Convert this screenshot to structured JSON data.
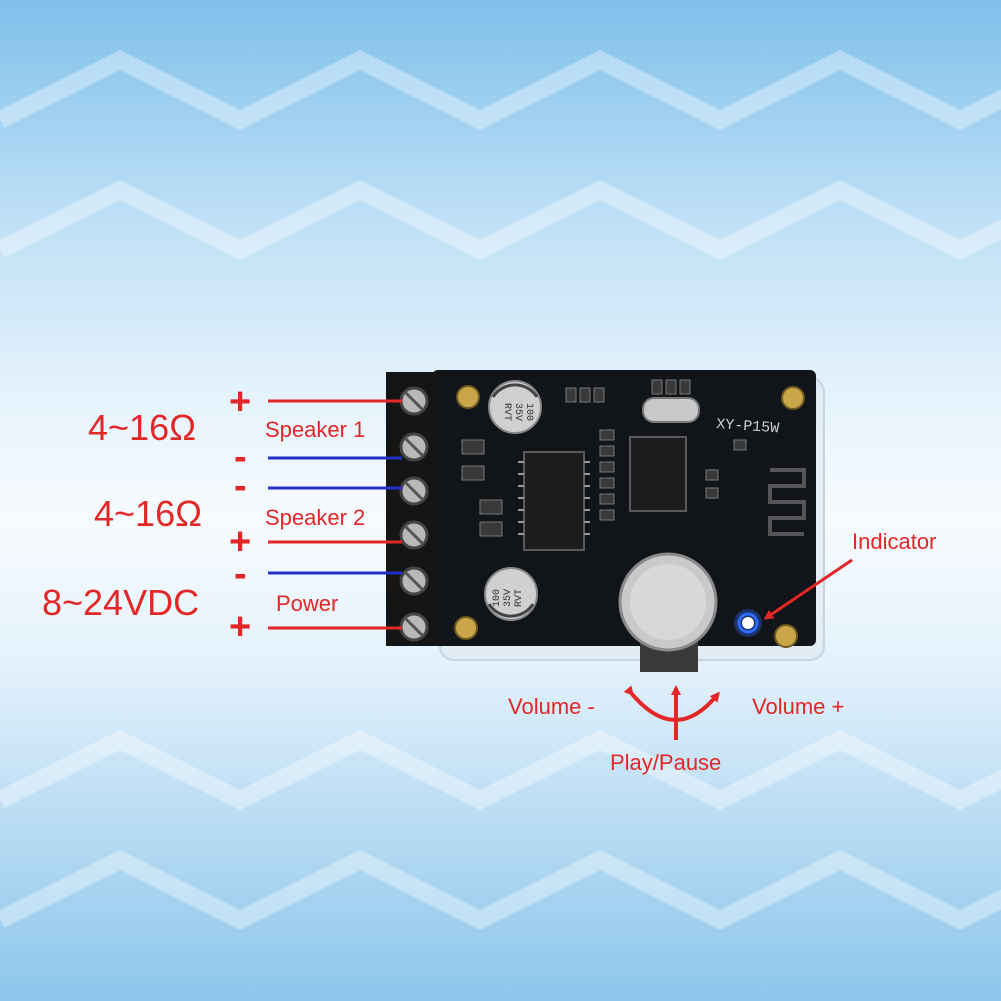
{
  "colors": {
    "label_red": "#e32626",
    "positive_wire": "#e32626",
    "negative_wire": "#2430c8",
    "board": "#111418",
    "terminal": "#151515",
    "led": "#2f6bff"
  },
  "terminals": [
    {
      "impedance": "4~16Ω",
      "name": "Speaker 1",
      "top_sign": "+",
      "bottom_sign": "-"
    },
    {
      "impedance": "4~16Ω",
      "name": "Speaker 2",
      "top_sign": "-",
      "bottom_sign": "+"
    },
    {
      "impedance": "8~24VDC",
      "name": "Power",
      "top_sign": "-",
      "bottom_sign": "+"
    }
  ],
  "board": {
    "model": "XY-P15W",
    "capacitor_top": [
      "100",
      "35V",
      "RVT"
    ],
    "capacitor_bottom": [
      "100",
      "35V",
      "RVT"
    ]
  },
  "controls": {
    "indicator": "Indicator",
    "volume_minus": "Volume -",
    "volume_plus": "Volume +",
    "play_pause": "Play/Pause"
  }
}
